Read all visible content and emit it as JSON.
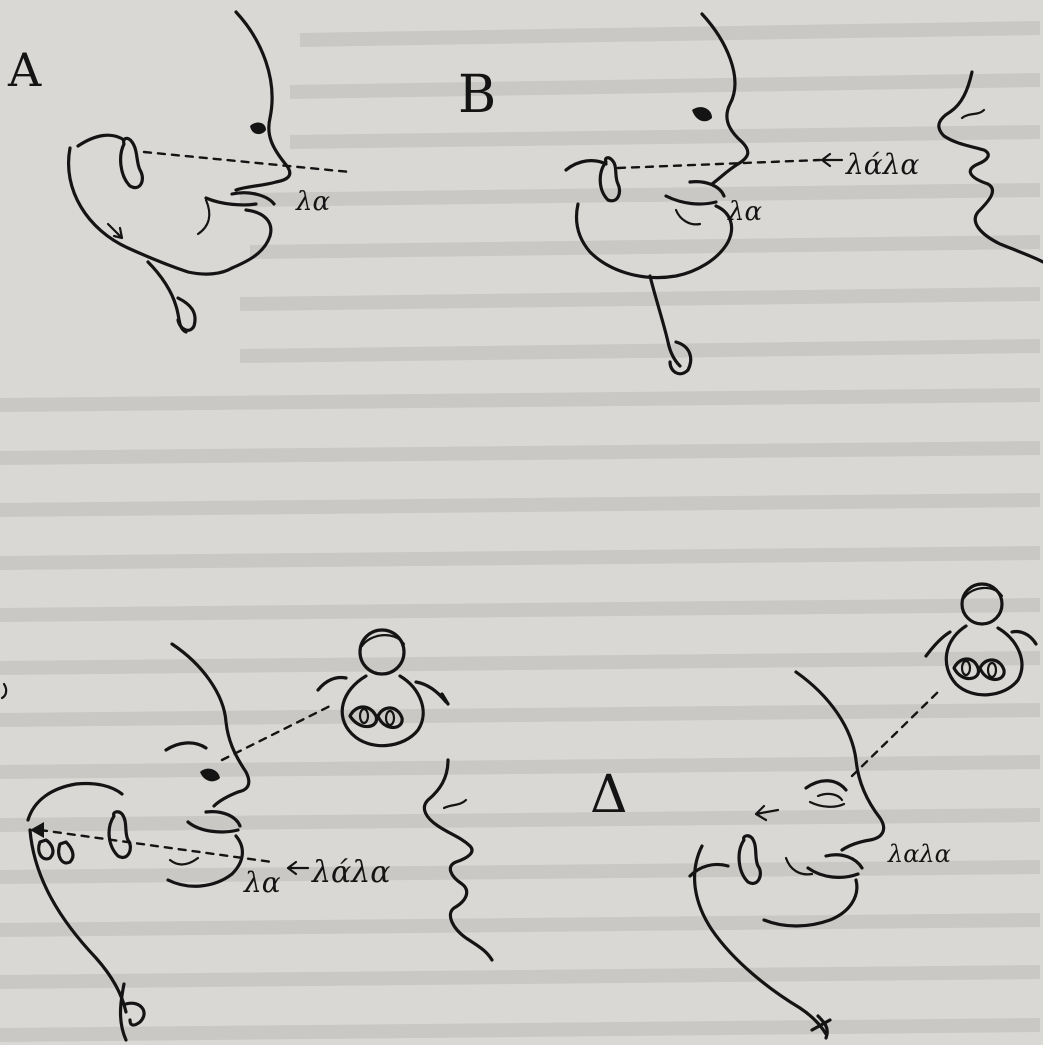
{
  "panels": [
    {
      "id": "A",
      "letter": "A",
      "near_mouth": "λα",
      "far_face": ""
    },
    {
      "id": "B",
      "letter": "B",
      "near_mouth": "λα",
      "far_face": "λάλα"
    },
    {
      "id": "C",
      "letter": "",
      "near_mouth": "λα",
      "far_face": "λάλα"
    },
    {
      "id": "D",
      "letter": "Δ",
      "near_mouth": "λαλα",
      "far_face": ""
    }
  ],
  "colors": {
    "paper": "#d9d8d5",
    "ink": "#141414"
  }
}
